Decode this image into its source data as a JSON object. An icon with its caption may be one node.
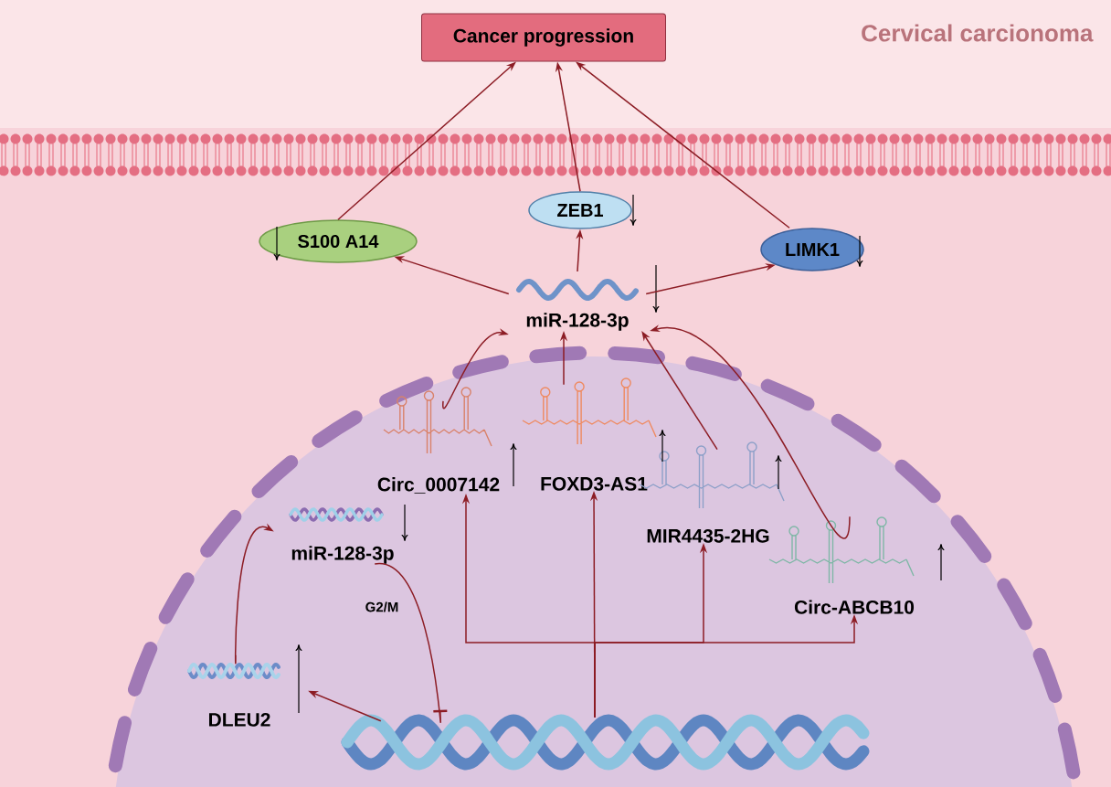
{
  "diagram": {
    "title": "Cervical carcionoma",
    "nodes": [
      {
        "text": [
          "Cancer progression"
        ]
      },
      {
        "text": [
          "S100 A14"
        ]
      },
      {
        "text": [
          "ZEB1"
        ]
      },
      {
        "text": [
          "LIMK1"
        ]
      },
      {
        "text": [
          "miR-128-3p"
        ]
      },
      {
        "text": [
          "Circ_0007142"
        ]
      },
      {
        "text": [
          "FOXD3-AS1"
        ]
      },
      {
        "text": [
          "MIR4435-2HG"
        ]
      },
      {
        "text": [
          "Circ-ABCB10"
        ]
      },
      {
        "text": [
          "miR-128-3p"
        ]
      },
      {
        "text": [
          "DLEU2"
        ]
      },
      {
        "text": [],
        "shape": "picture"
      }
    ],
    "edges": [
      {
        "from": 1,
        "to": 0,
        "arrow": "to"
      },
      {
        "from": 2,
        "to": 0,
        "arrow": "to"
      },
      {
        "from": 3,
        "to": 0,
        "arrow": "to"
      },
      {
        "from": 4,
        "to": 1,
        "arrow": "to"
      },
      {
        "from": 4,
        "to": 2,
        "arrow": "to"
      },
      {
        "from": 4,
        "to": 3,
        "arrow": "to"
      },
      {
        "from": 5,
        "to": 4,
        "arrow": "to"
      },
      {
        "from": 6,
        "to": 4,
        "arrow": "to"
      },
      {
        "from": 7,
        "to": 4,
        "arrow": "to"
      },
      {
        "from": 8,
        "to": 4,
        "arrow": "to"
      },
      {
        "from": 11,
        "to": 5,
        "arrow": "to"
      },
      {
        "from": 11,
        "to": 6,
        "arrow": "to"
      },
      {
        "from": 11,
        "to": 7,
        "arrow": "to"
      },
      {
        "from": 11,
        "to": 8,
        "arrow": "to"
      },
      {
        "from": 11,
        "to": 10,
        "arrow": "to"
      },
      {
        "from": 10,
        "to": 9,
        "arrow": "to"
      },
      {
        "from": 9,
        "to": 11,
        "arrow": "other",
        "label": "G2/M"
      }
    ]
  }
}
